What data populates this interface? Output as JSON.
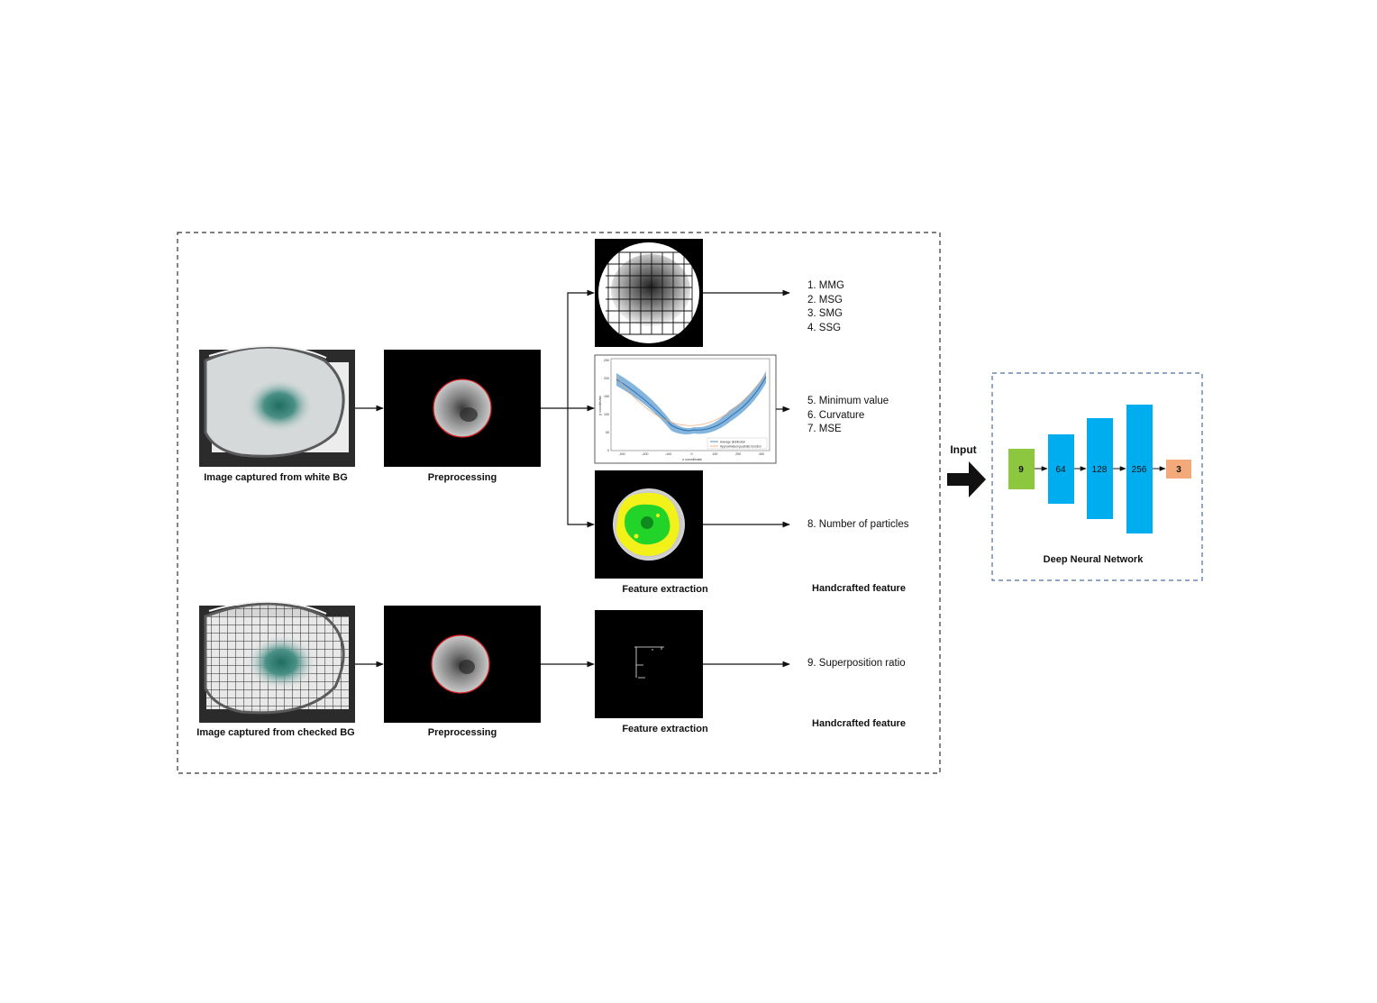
{
  "row1": {
    "capture_label": "Image captured from white BG",
    "preprocess_label": "Preprocessing",
    "extraction_label": "Feature extraction",
    "handcrafted_label": "Handcrafted feature",
    "features_a": [
      "1. MMG",
      "2. MSG",
      "3. SMG",
      "4. SSG"
    ],
    "features_b": [
      "5. Minimum value",
      "6. Curvature",
      "7. MSE"
    ],
    "features_c": [
      "8. Number of particles"
    ]
  },
  "row2": {
    "capture_label": "Image captured from checked BG",
    "preprocess_label": "Preprocessing",
    "extraction_label": "Feature extraction",
    "handcrafted_label": "Handcrafted feature",
    "features": [
      "9. Superposition ratio"
    ]
  },
  "input_label": "Input",
  "network": {
    "title": "Deep Neural Network",
    "layers": [
      {
        "label": "9",
        "color": "#8dc63f"
      },
      {
        "label": "64",
        "color": "#00aeef"
      },
      {
        "label": "128",
        "color": "#00aeef"
      },
      {
        "label": "256",
        "color": "#00aeef"
      },
      {
        "label": "3",
        "color": "#f4a97a"
      }
    ]
  },
  "chart": {
    "legend": [
      "Average distribution",
      "Approximated quadratic function"
    ],
    "xlabel": "x coordinate",
    "ylabel": "y coordinate",
    "xticks": [
      "-300",
      "-200",
      "-100",
      "0",
      "100",
      "200",
      "300"
    ],
    "yticks": [
      "250",
      "200",
      "150",
      "100",
      "50",
      "0"
    ]
  },
  "colors": {
    "border": "#333333",
    "net_border": "#4a6fa5",
    "arrow": "#111111"
  }
}
